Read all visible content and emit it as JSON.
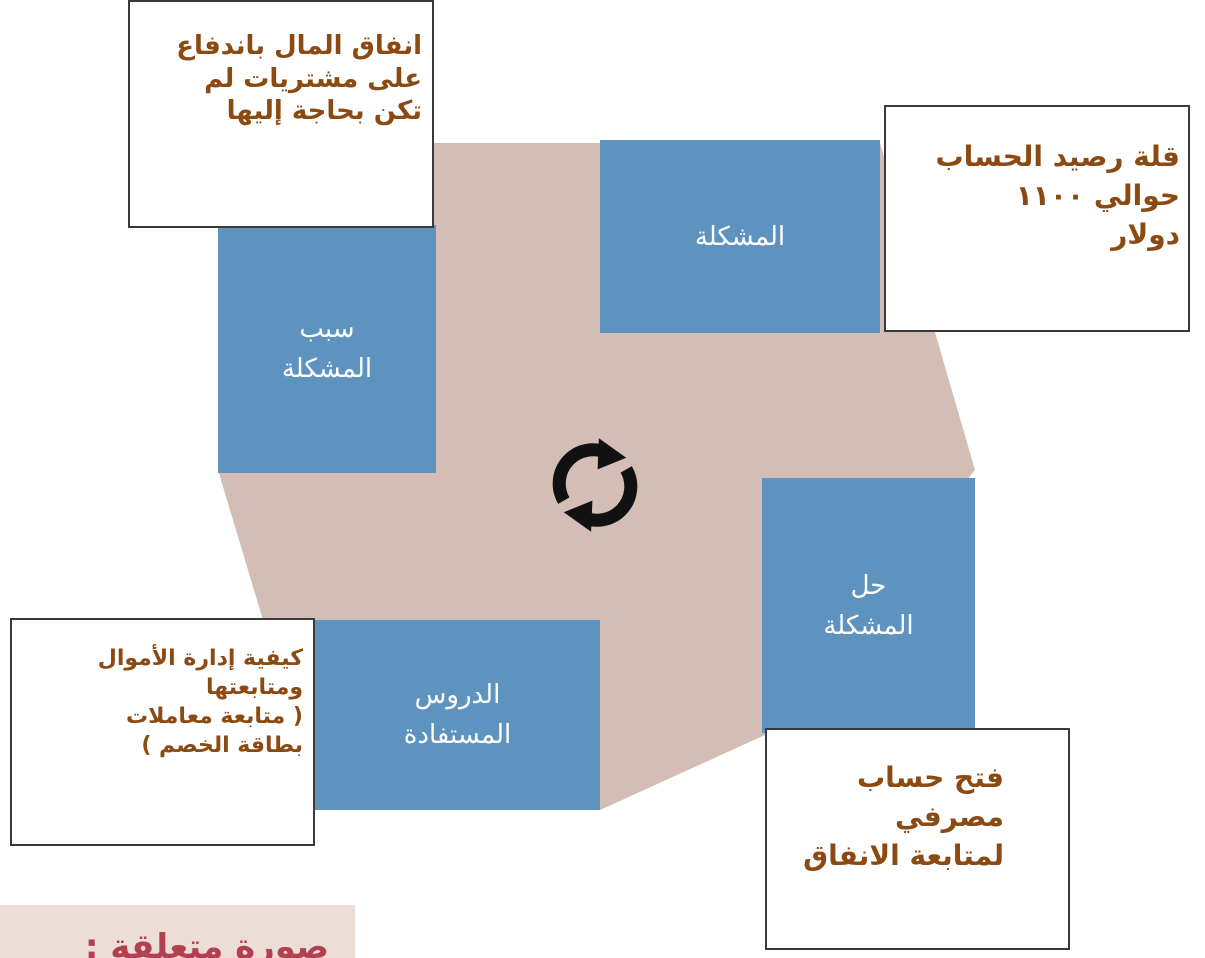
{
  "colors": {
    "background_shape": "#d4bdb4",
    "tile": "#5f93bf",
    "tile_text": "#ffffff",
    "note_text": "#8a4a12",
    "note_border": "#3a3a3a",
    "cycle_icon": "#111111",
    "caption_bg": "#ecddd7",
    "caption_text": "#b24050"
  },
  "icons": {
    "center": "cycle-arrows-icon"
  },
  "tiles": {
    "problem": {
      "lines": [
        "المشكلة"
      ]
    },
    "cause": {
      "lines": [
        "سبب",
        "المشكلة"
      ]
    },
    "solution": {
      "lines": [
        "حل",
        "المشكلة"
      ]
    },
    "lessons": {
      "lines": [
        "الدروس",
        "المستفادة"
      ]
    }
  },
  "notes": {
    "cause": {
      "lines": [
        "انفاق المال باندفاع",
        "على مشتريات لم",
        "تكن بحاجة إليها"
      ]
    },
    "problem": {
      "lines": [
        "قلة رصيد الحساب",
        "حوالي ١١٠٠",
        "دولار"
      ]
    },
    "lessons": {
      "lines": [
        "كيفية إدارة الأموال",
        "ومتابعتها",
        "( متابعة معاملات",
        "بطاقة الخصم )"
      ]
    },
    "solution": {
      "lines": [
        "فتح حساب",
        "مصرفي",
        "لمتابعة الانفاق"
      ]
    }
  },
  "caption": {
    "text": "صورة متعلقة :"
  }
}
